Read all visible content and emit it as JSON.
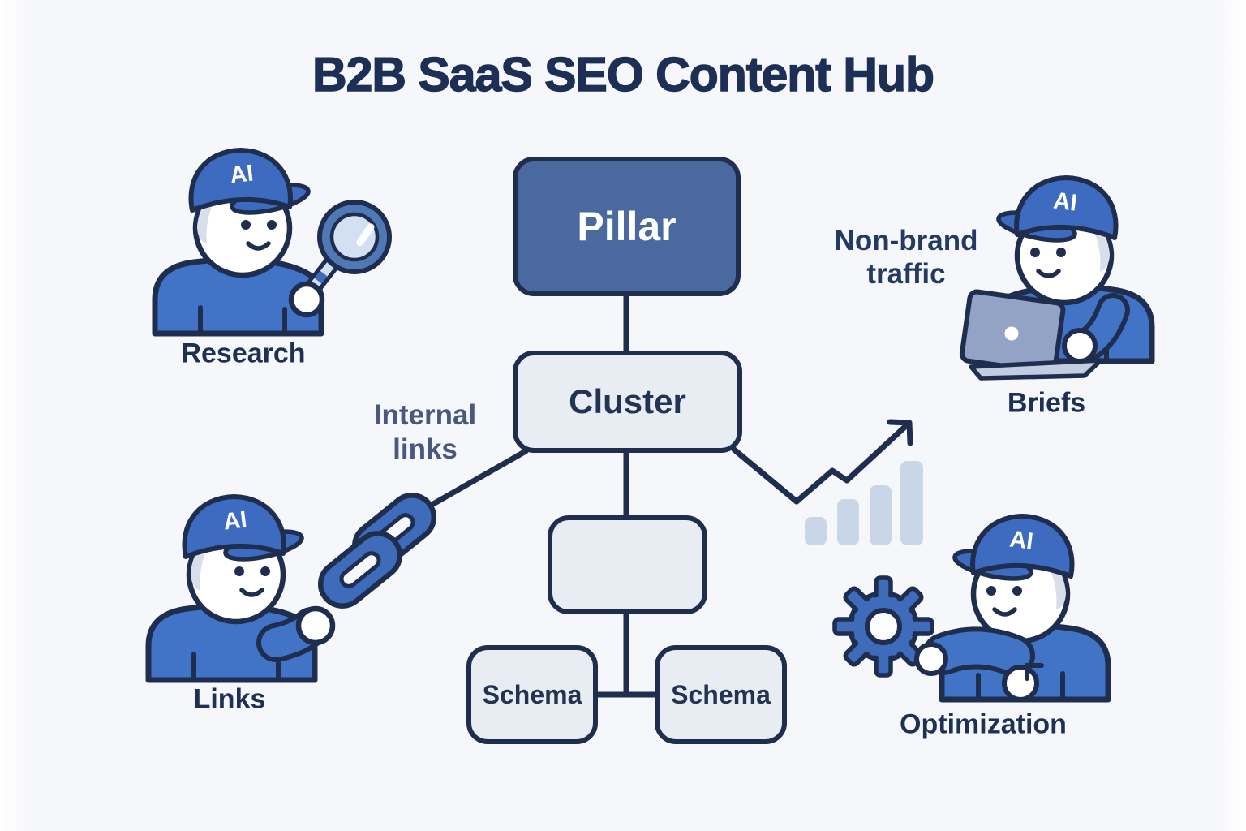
{
  "title": "B2B SaaS SEO Content Hub",
  "flowchart": {
    "pillar": "Pillar",
    "cluster": "Cluster",
    "content": "",
    "schema_left": "Schema",
    "schema_right": "Schema"
  },
  "annotations": {
    "internal_links_line1": "Internal",
    "internal_links_line2": "links",
    "non_brand_line1": "Non-brand",
    "non_brand_line2": "traffic"
  },
  "characters": {
    "research": {
      "label": "Research",
      "cap": "AI"
    },
    "briefs": {
      "label": "Briefs",
      "cap": "AI"
    },
    "links": {
      "label": "Links",
      "cap": "AI"
    },
    "optimization": {
      "label": "Optimization",
      "cap": "AI"
    }
  },
  "icons": {
    "research_accessory": "magnifying-glass-icon",
    "briefs_accessory": "laptop-icon",
    "links_accessory": "chain-link-icon",
    "optimization_accessory": "gear-icon",
    "growth": "growth-arrow-icon",
    "bars": "bar-chart-icon"
  },
  "colors": {
    "background": "#f6f7fa",
    "outline_navy": "#1f2e4f",
    "pillar_fill": "#4a699e",
    "light_box_fill": "#e8edf4",
    "cap_blue": "#3c6bc0",
    "shirt_blue": "#4173c6",
    "accent_blue": "#3e6cbb",
    "bar_light_blue": "#c9d6e8",
    "text_navy": "#1d2f55",
    "slate_text": "#48587e"
  }
}
